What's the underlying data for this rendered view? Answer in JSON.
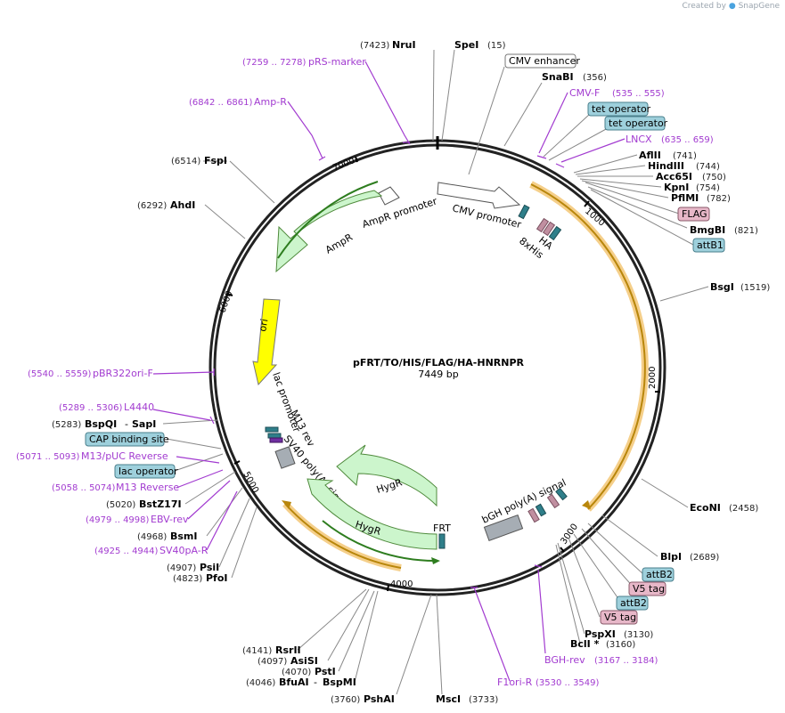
{
  "credit": {
    "prefix": "Created by",
    "brand": "SnapGene"
  },
  "plasmid": {
    "name": "pFRT/TO/HIS/FLAG/HA-HNRNPR",
    "length": "7449 bp",
    "ticks": [
      "1000",
      "2000",
      "3000",
      "4000",
      "5000",
      "6000",
      "7000"
    ]
  },
  "sites": [
    {
      "name": "NruI",
      "pos": "(7423)"
    },
    {
      "name": "SpeI",
      "pos": "(15)"
    },
    {
      "name": "SnaBI",
      "pos": "(356)"
    },
    {
      "name": "AflII",
      "pos": "(741)"
    },
    {
      "name": "HindIII",
      "pos": "(744)"
    },
    {
      "name": "Acc65I",
      "pos": "(750)"
    },
    {
      "name": "KpnI",
      "pos": "(754)"
    },
    {
      "name": "PflMI",
      "pos": "(782)"
    },
    {
      "name": "BmgBI",
      "pos": "(821)"
    },
    {
      "name": "BsgI",
      "pos": "(1519)"
    },
    {
      "name": "EcoNI",
      "pos": "(2458)"
    },
    {
      "name": "BlpI",
      "pos": "(2689)"
    },
    {
      "name": "PspXI",
      "pos": "(3130)"
    },
    {
      "name": "BclI *",
      "pos": "(3160)"
    },
    {
      "name": "MscI",
      "pos": "(3733)"
    },
    {
      "name": "PshAI",
      "pos": "(3760)"
    },
    {
      "name": "BfuAI",
      "pos": "(4046)"
    },
    {
      "name": "BspMI",
      "pos": ""
    },
    {
      "name": "PstI",
      "pos": "(4070)"
    },
    {
      "name": "AsiSI",
      "pos": "(4097)"
    },
    {
      "name": "RsrII",
      "pos": "(4141)"
    },
    {
      "name": "PfoI",
      "pos": "(4823)"
    },
    {
      "name": "PsiI",
      "pos": "(4907)"
    },
    {
      "name": "BsmI",
      "pos": "(4968)"
    },
    {
      "name": "BstZ17I",
      "pos": "(5020)"
    },
    {
      "name": "BspQI",
      "pos": "(5283)"
    },
    {
      "name": "SapI",
      "pos": ""
    },
    {
      "name": "AhdI",
      "pos": "(6292)"
    },
    {
      "name": "FspI",
      "pos": "(6514)"
    }
  ],
  "primers": [
    {
      "name": "pRS-marker",
      "pos": "(7259 .. 7278)"
    },
    {
      "name": "Amp-R",
      "pos": "(6842 .. 6861)"
    },
    {
      "name": "CMV-F",
      "pos": "(535 .. 555)"
    },
    {
      "name": "LNCX",
      "pos": "(635 .. 659)"
    },
    {
      "name": "pBR322ori-F",
      "pos": "(5540 .. 5559)"
    },
    {
      "name": "L4440",
      "pos": "(5289 .. 5306)"
    },
    {
      "name": "M13/pUC Reverse",
      "pos": "(5071 .. 5093)"
    },
    {
      "name": "M13 Reverse",
      "pos": "(5058 .. 5074)"
    },
    {
      "name": "EBV-rev",
      "pos": "(4979 .. 4998)"
    },
    {
      "name": "SV40pA-R",
      "pos": "(4925 .. 4944)"
    },
    {
      "name": "BGH-rev",
      "pos": "(3167 .. 3184)"
    },
    {
      "name": "F1ori-R",
      "pos": "(3530 .. 3549)"
    }
  ],
  "boxed": {
    "cmv_enhancer": "CMV enhancer",
    "tet_operator_1": "tet operator",
    "tet_operator_2": "tet operator",
    "flag": "FLAG",
    "attb1": "attB1",
    "attb2_1": "attB2",
    "v5tag_1": "V5 tag",
    "attb2_2": "attB2",
    "v5tag_2": "V5 tag",
    "cap": "CAP binding site",
    "lac_operator": "lac operator"
  },
  "features": {
    "cmv_promoter": "CMV promoter",
    "ampr": "AmpR",
    "ampr_promoter": "AmpR promoter",
    "ori": "ori",
    "lac_promoter": "lac promoter",
    "m13_rev": "M13 rev",
    "sv40": "SV40 poly(A) signal",
    "hygr_1": "HygR",
    "hygr_2": "HygR",
    "frt": "FRT",
    "bgh": "bGH poly(A) signal",
    "ha": "HA",
    "his": "8xHis"
  },
  "colors": {
    "primer": "#a23bd0",
    "box_blue": "#9ed0dc",
    "box_pink": "#e7b7c8",
    "ampr_fill": "#ccf5cc",
    "ori_fill": "#ffff00",
    "orf_band": "#f5cf8a",
    "orf_line": "#b8860b"
  }
}
